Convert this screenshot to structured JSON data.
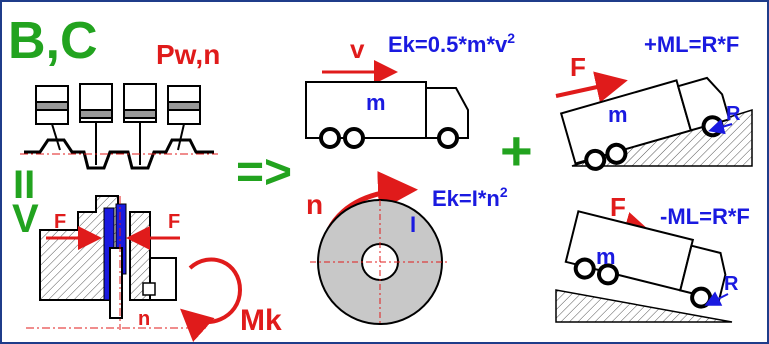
{
  "labels": {
    "bc": "B,C",
    "pwn": "Pw,n",
    "ii": "II",
    "v_big": "V",
    "arrow_implies": "=>",
    "plus": "+",
    "f_left": "F",
    "f_right": "F",
    "mk": "Mk",
    "n_clutch": "n",
    "v_truck": "v",
    "ek_truck": "Ek=0.5*m*v",
    "ek_truck_exp": "2",
    "m_truck": "m",
    "n_disk": "n",
    "ek_disk": "Ek=I*n",
    "ek_disk_exp": "2",
    "i_disk": "I",
    "f_up": "F",
    "ml_up": "+ML=R*F",
    "m_up": "m",
    "r_up": "R",
    "f_down": "F",
    "ml_down": "-ML=R*F",
    "m_down": "m",
    "r_down": "R"
  },
  "colors": {
    "green": "#22a31f",
    "red": "#e01b1b",
    "blue": "#1a1ae0",
    "border": "#1f3c8a",
    "gray": "#c8c8c8"
  }
}
